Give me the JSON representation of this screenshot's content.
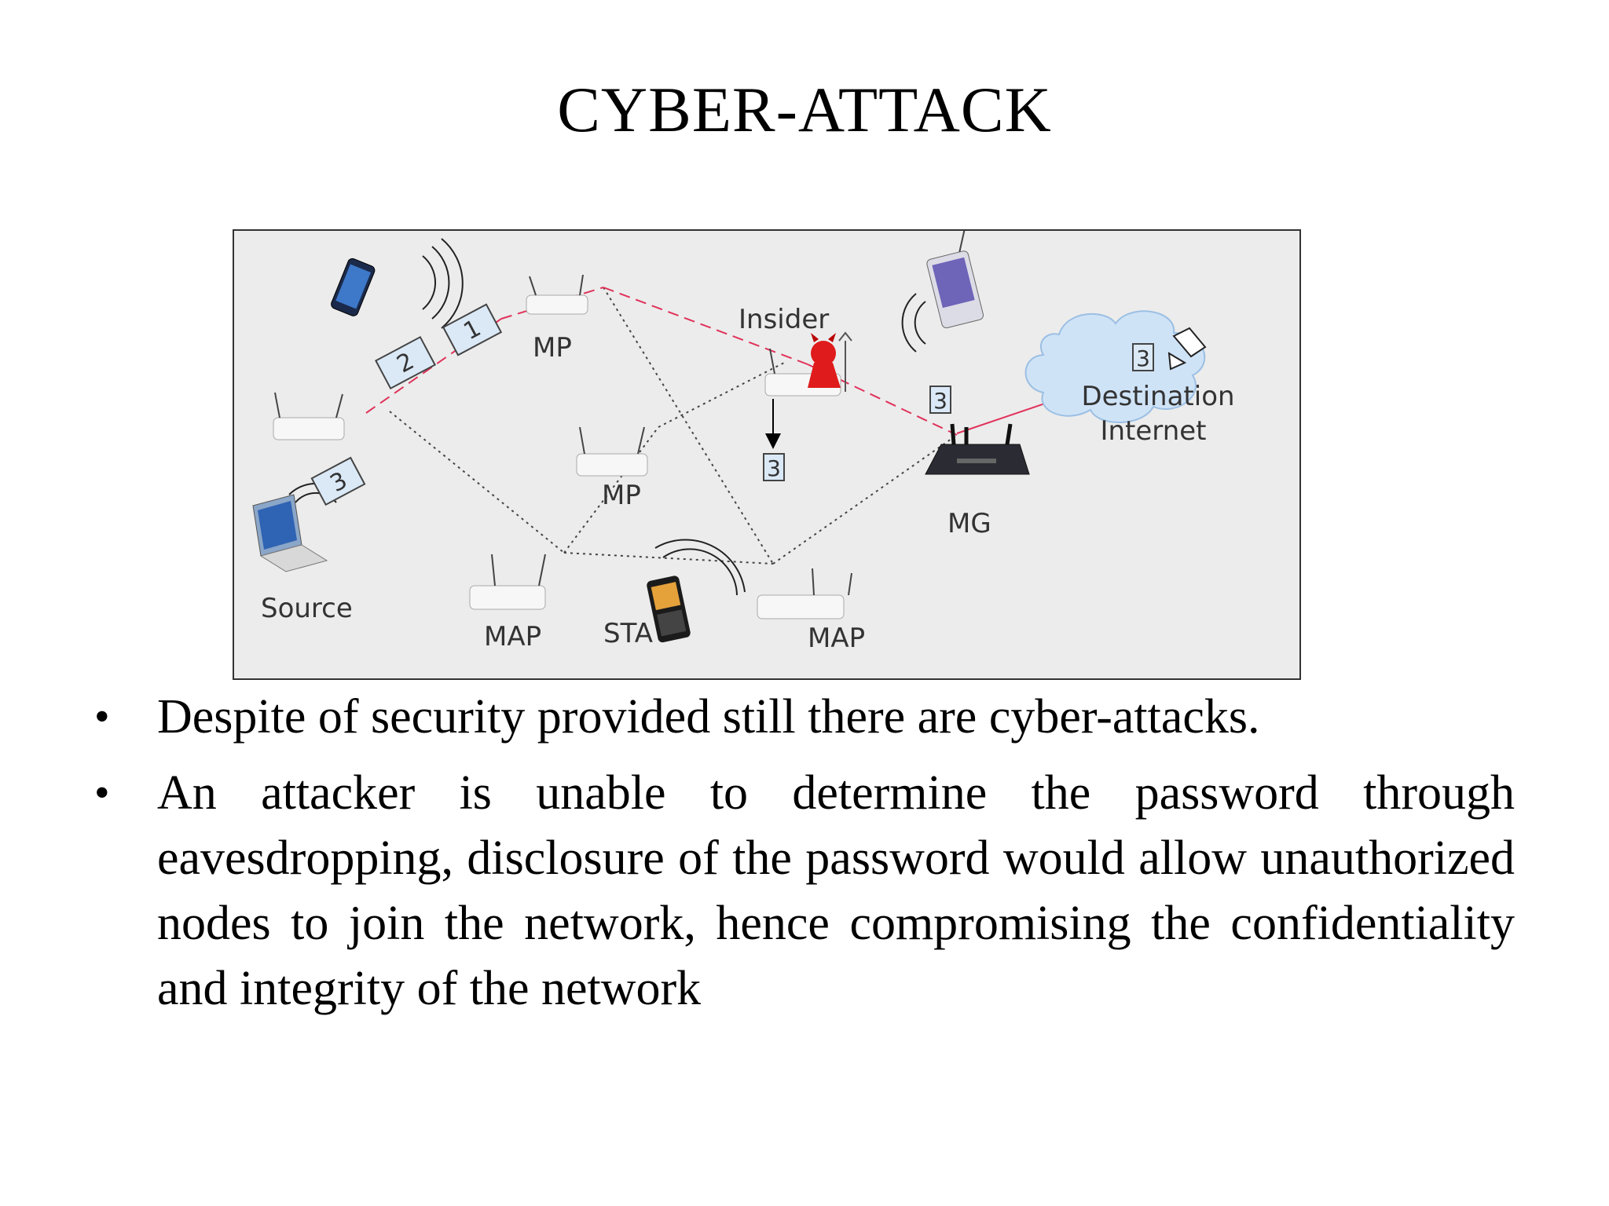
{
  "slide": {
    "title": "CYBER-ATTACK"
  },
  "diagram": {
    "labels": {
      "insider": "Insider",
      "mp_top": "MP",
      "mp_center": "MP",
      "map_left": "MAP",
      "map_right": "MAP",
      "sta": "STA",
      "mg": "MG",
      "source": "Source",
      "destination_line1": "Destination",
      "destination_line2": "Internet"
    },
    "packets": {
      "p1": "1",
      "p2": "2",
      "p3_source": "3",
      "p3_insider_drop": "3",
      "p3_to_mg": "3",
      "p3_destination": "3"
    },
    "colors": {
      "attack_path": "#e0325a",
      "mesh_link": "#444444",
      "cloud": "#cfe3f7",
      "packet": "#dbe9f7",
      "devil": "#e01b1b"
    }
  },
  "bullets": [
    {
      "bullet": "•",
      "text": "Despite of security provided still there are cyber-attacks."
    },
    {
      "bullet": "•",
      "text": "An attacker is unable to determine the password through eavesdropping, disclosure of the password would allow unauthorized nodes to join the network, hence compromising the confidentiality and integrity of the network"
    }
  ]
}
